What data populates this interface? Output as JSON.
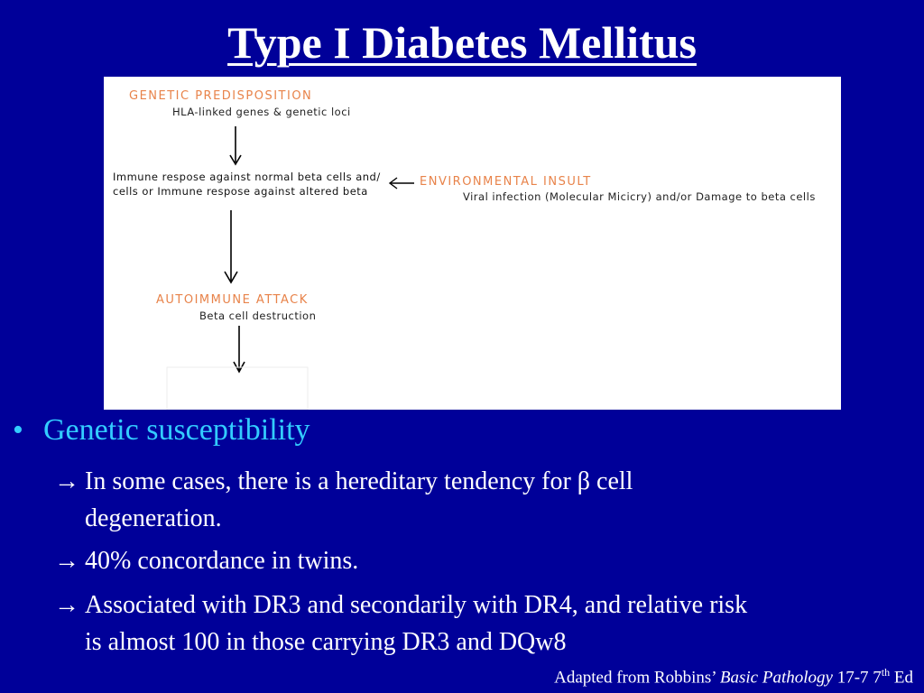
{
  "title": "Type I Diabetes Mellitus",
  "diagram": {
    "genetic_title": "GENETIC PREDISPOSITION",
    "genetic_sub": "HLA-linked genes & genetic loci",
    "immune_line1": "Immune respose against normal beta cells and/",
    "immune_line2": "cells or Immune respose against altered beta",
    "env_title": "ENVIRONMENTAL INSULT",
    "env_sub": "Viral infection (Molecular Micicry) and/or Damage to beta cells",
    "auto_title": "AUTOIMMUNE ATTACK",
    "auto_sub": "Beta cell destruction",
    "colors": {
      "heading": "#e8834a",
      "text": "#222222"
    }
  },
  "bullet": {
    "marker": "•",
    "label": "Genetic susceptibility"
  },
  "subpoints": {
    "arrow": "→",
    "p1_line1": "In some cases, there is a hereditary tendency for β cell",
    "p1_line2": "degeneration.",
    "p2": "40% concordance in twins.",
    "p3_line1": "Associated with DR3 and secondarily with DR4, and relative risk",
    "p3_line2": "is almost 100 in those carrying DR3 and DQw8"
  },
  "footer": {
    "prefix": "Adapted from Robbins’",
    "book": "Basic Pathology",
    "edition": "17-7 7",
    "sup": "th",
    "suffix": "Ed"
  },
  "colors": {
    "background": "#000099",
    "accent": "#33ccff",
    "text": "#ffffff"
  }
}
